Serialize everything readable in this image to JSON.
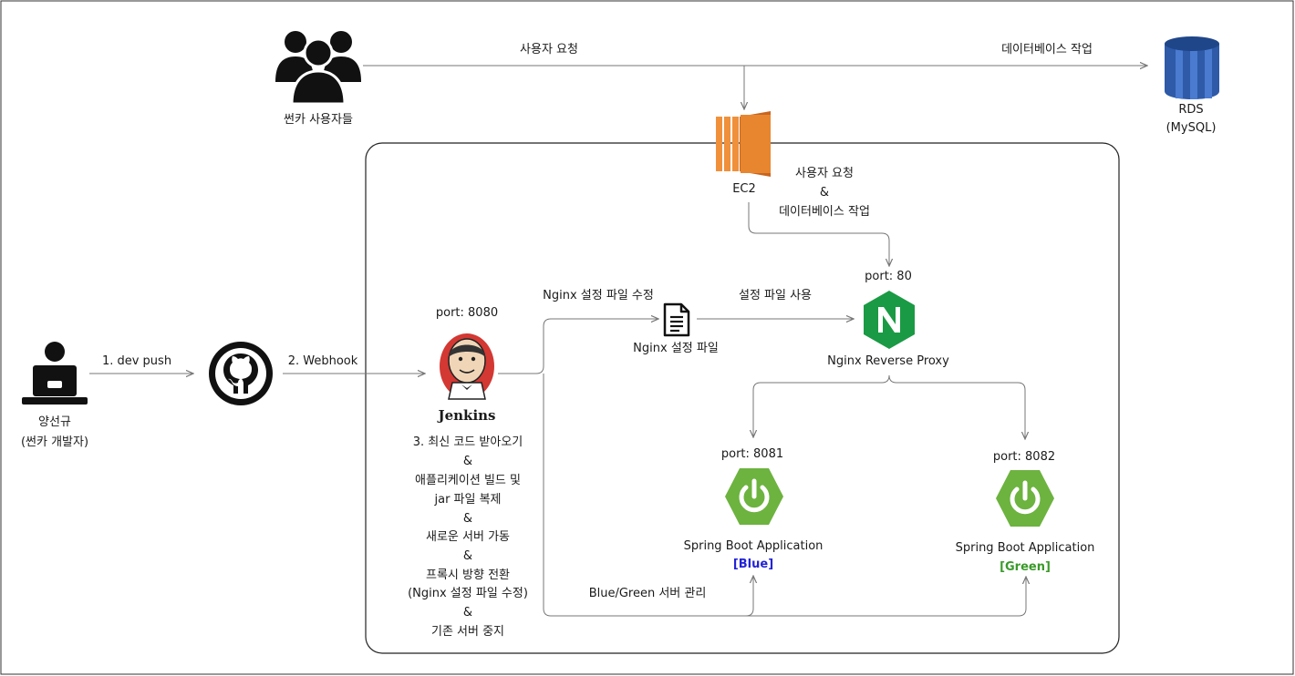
{
  "colors": {
    "border": "#222222",
    "line": "#777777",
    "ec2_orange": "#e8862f",
    "rds_blue": "#3a66b8",
    "nginx_green": "#1a9a44",
    "spring_green": "#6db33f",
    "blue_label": "#2323d6",
    "green_label": "#3a9a2a"
  },
  "nodes": {
    "users": {
      "icon": "users-group-icon",
      "label": "썬카 사용자들"
    },
    "rds": {
      "icon": "rds-database-icon",
      "label_line1": "RDS",
      "label_line2": "(MySQL)"
    },
    "ec2": {
      "icon": "ec2-icon",
      "label": "EC2"
    },
    "developer": {
      "icon": "developer-laptop-icon",
      "label_line1": "양선규",
      "label_line2": "(썬카 개발자)"
    },
    "github": {
      "icon": "github-icon"
    },
    "jenkins": {
      "icon": "jenkins-icon",
      "port": "port: 8080",
      "name": "Jenkins"
    },
    "nginx_conf": {
      "icon": "document-icon",
      "label": "Nginx 설정 파일"
    },
    "nginx": {
      "icon": "nginx-icon",
      "port": "port: 80",
      "label": "Nginx Reverse Proxy"
    },
    "spring_blue": {
      "icon": "spring-power-icon",
      "port": "port: 8081",
      "label": "Spring Boot Application",
      "tag": "[Blue]"
    },
    "spring_green": {
      "icon": "spring-power-icon",
      "port": "port: 8082",
      "label": "Spring Boot Application",
      "tag": "[Green]"
    }
  },
  "edges": {
    "user_request": "사용자 요청",
    "db_work": "데이터베이스 작업",
    "ec2_to_nginx": [
      "사용자 요청",
      "&",
      "데이터베이스 작업"
    ],
    "dev_push": "1. dev push",
    "webhook": "2. Webhook",
    "nginx_conf_edit": "Nginx 설정 파일 수정",
    "use_conf": "설정 파일 사용",
    "blue_green_manage": "Blue/Green 서버 관리"
  },
  "jenkins_steps": [
    "3. 최신 코드 받아오기",
    "&",
    "애플리케이션 빌드 및",
    "jar 파일 복제",
    "&",
    "새로운 서버 가동",
    "&",
    "프록시 방향 전환",
    "(Nginx 설정 파일 수정)",
    "&",
    "기존 서버 중지"
  ]
}
